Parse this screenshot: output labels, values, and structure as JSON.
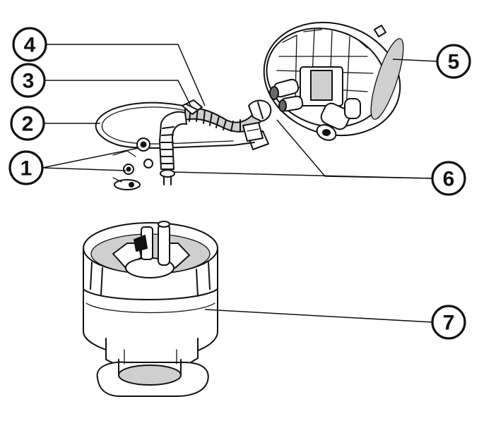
{
  "callouts": [
    {
      "id": "1",
      "label": "1"
    },
    {
      "id": "2",
      "label": "2"
    },
    {
      "id": "3",
      "label": "3"
    },
    {
      "id": "4",
      "label": "4"
    },
    {
      "id": "5",
      "label": "5"
    },
    {
      "id": "6",
      "label": "6"
    },
    {
      "id": "7",
      "label": "7"
    }
  ],
  "colors": {
    "ink": "#111111",
    "paper": "#ffffff",
    "shade": "#cfcfcf"
  }
}
